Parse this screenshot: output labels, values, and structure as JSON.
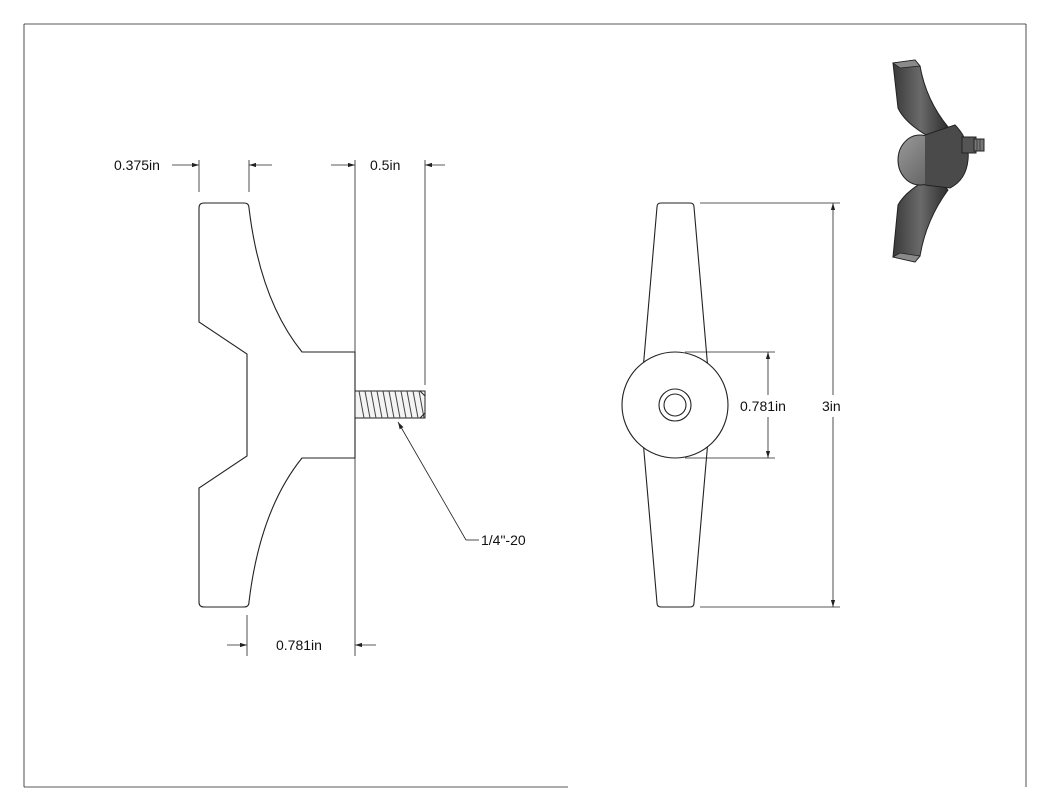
{
  "drawing": {
    "side_view": {
      "dim_wing_thickness": "0.375in",
      "dim_stud_length": "0.5in",
      "dim_hub_length": "0.781in",
      "thread_callout": "1/4\"-20"
    },
    "front_view": {
      "dim_hub_diameter": "0.781in",
      "dim_overall_span": "3in"
    },
    "iso_view": {
      "description_icon": "wing-knob-3d-icon"
    }
  }
}
